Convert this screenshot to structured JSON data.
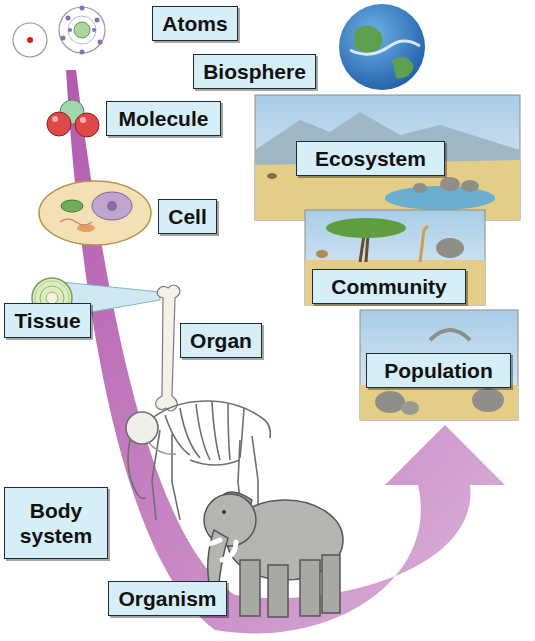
{
  "diagram": {
    "nodes": [
      {
        "text": [
          "Atoms"
        ]
      },
      {
        "text": [
          "Biosphere"
        ]
      },
      {
        "text": [
          "Molecule"
        ]
      },
      {
        "text": [
          "Ecosystem"
        ]
      },
      {
        "text": [
          "Cell"
        ]
      },
      {
        "text": [
          "Community"
        ]
      },
      {
        "text": [
          "Tissue"
        ]
      },
      {
        "text": [
          "Organ"
        ]
      },
      {
        "text": [
          "Population"
        ]
      },
      {
        "text": [
          "Body system"
        ]
      },
      {
        "text": [
          "Organism"
        ]
      }
    ]
  }
}
